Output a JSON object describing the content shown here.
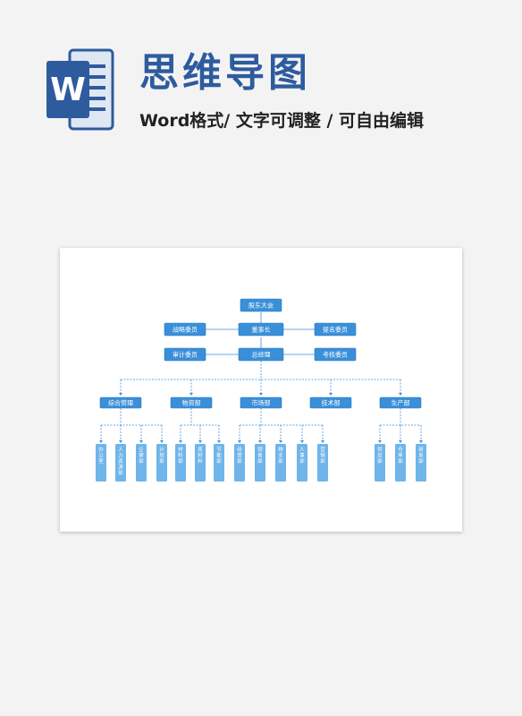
{
  "header": {
    "icon_letter": "W",
    "title": "思维导图",
    "subtitle": "Word格式/ 文字可调整 / 可自由编辑"
  },
  "chart": {
    "top": "股东大会",
    "chairman": "董事长",
    "left_committee_1": "战略委员",
    "right_committee_1": "提名委员",
    "manager": "总经理",
    "left_committee_2": "审计委员",
    "right_committee_2": "考核委员",
    "departments": [
      {
        "label": "综合管理",
        "subs": [
          "办公室",
          "人力资源部",
          "企管部",
          "计划部"
        ]
      },
      {
        "label": "物资部",
        "subs": [
          "材料部",
          "原材料",
          "节能部"
        ]
      },
      {
        "label": "市场部",
        "subs": [
          "经营部",
          "销售部",
          "物业部",
          "人事部",
          "营销部"
        ]
      },
      {
        "label": "技术部",
        "subs": []
      },
      {
        "label": "生产部",
        "subs": [
          "供应部",
          "仓库部",
          "研发部"
        ]
      }
    ]
  },
  "colors": {
    "title": "#2e5b9e",
    "box": "#3a8fd9",
    "box_border": "#2a78c2",
    "leaf": "#6fb5ea",
    "line": "#3a8fd9"
  }
}
